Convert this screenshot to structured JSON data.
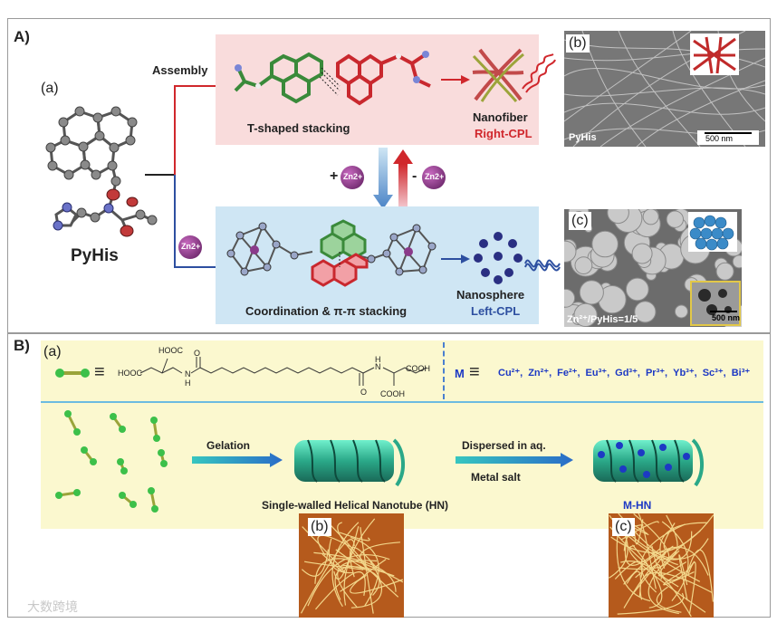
{
  "panel_a": {
    "label": "A)",
    "sub_a": "(a)",
    "sub_b": "(b)",
    "sub_c": "(c)",
    "molecule_name": "PyHis",
    "assembly": "Assembly",
    "zn_badge": "Zn2+",
    "t_shaped": "T-shaped stacking",
    "nanofiber": "Nanofiber",
    "right_cpl": "Right-CPL",
    "plus": "+",
    "minus": "-",
    "coordination": "Coordination & π-π stacking",
    "nanosphere": "Nanosphere",
    "left_cpl": "Left-CPL",
    "sem_b_caption": "PyHis",
    "sem_b_scale": "500 nm",
    "sem_c_caption": "Zn²⁺/PyHis=1/5",
    "sem_c_scale": "500 nm"
  },
  "panel_b": {
    "label": "B)",
    "sub_a": "(a)",
    "sub_b": "(b)",
    "sub_c": "(c)",
    "equiv": "≡",
    "m_label": "M",
    "ions": [
      "Cu²⁺,",
      "Zn²⁺,",
      "Fe²⁺,",
      "Eu³⁺,",
      "Gd³⁺,",
      "Pr³⁺,",
      "Yb³⁺,",
      "Sc³⁺,",
      "Bi³⁺"
    ],
    "chem": {
      "hooc_top": "HOOC",
      "hooc_left": "HOOC",
      "nh_left": "N",
      "h_left": "H",
      "o_left": "O",
      "o_right": "O",
      "nh_right": "N",
      "h_right": "H",
      "cooh_top": "COOH",
      "cooh_bottom": "COOH"
    },
    "gelation": "Gelation",
    "dispersed": "Dispersed in aq.",
    "metal_salt": "Metal salt",
    "hn_caption": "Single-walled Helical Nanotube (HN)",
    "mhn_caption": "M-HN"
  },
  "watermark": "大数跨境",
  "colors": {
    "pink_box": "#f9dcdc",
    "blue_box": "#cfe6f4",
    "yellow_band": "#fbf8cf",
    "red": "#d0272c",
    "blue": "#2d4fa0",
    "ion_blue": "#1d39c4"
  }
}
